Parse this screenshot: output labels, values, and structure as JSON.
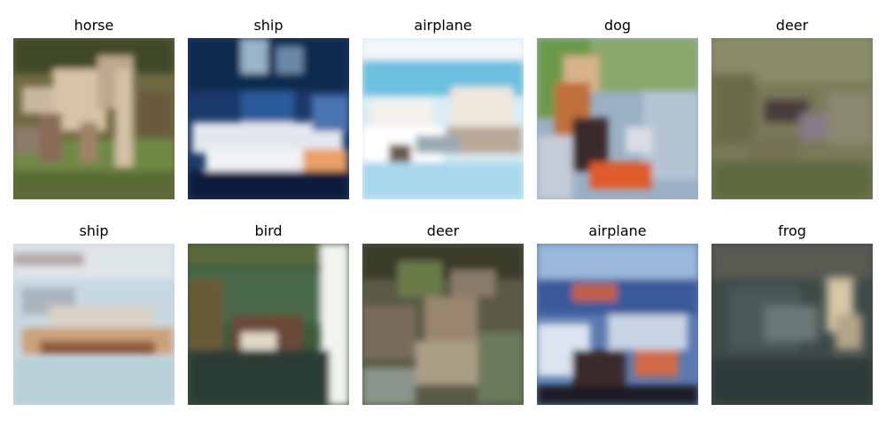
{
  "grid": {
    "tiles": [
      {
        "label": "horse",
        "subject": "horse"
      },
      {
        "label": "ship",
        "subject": "ship"
      },
      {
        "label": "airplane",
        "subject": "airplane"
      },
      {
        "label": "dog",
        "subject": "dog"
      },
      {
        "label": "deer",
        "subject": "deer"
      },
      {
        "label": "ship",
        "subject": "ship"
      },
      {
        "label": "bird",
        "subject": "bird"
      },
      {
        "label": "deer",
        "subject": "deer"
      },
      {
        "label": "airplane",
        "subject": "airplane"
      },
      {
        "label": "frog",
        "subject": "frog"
      }
    ]
  }
}
